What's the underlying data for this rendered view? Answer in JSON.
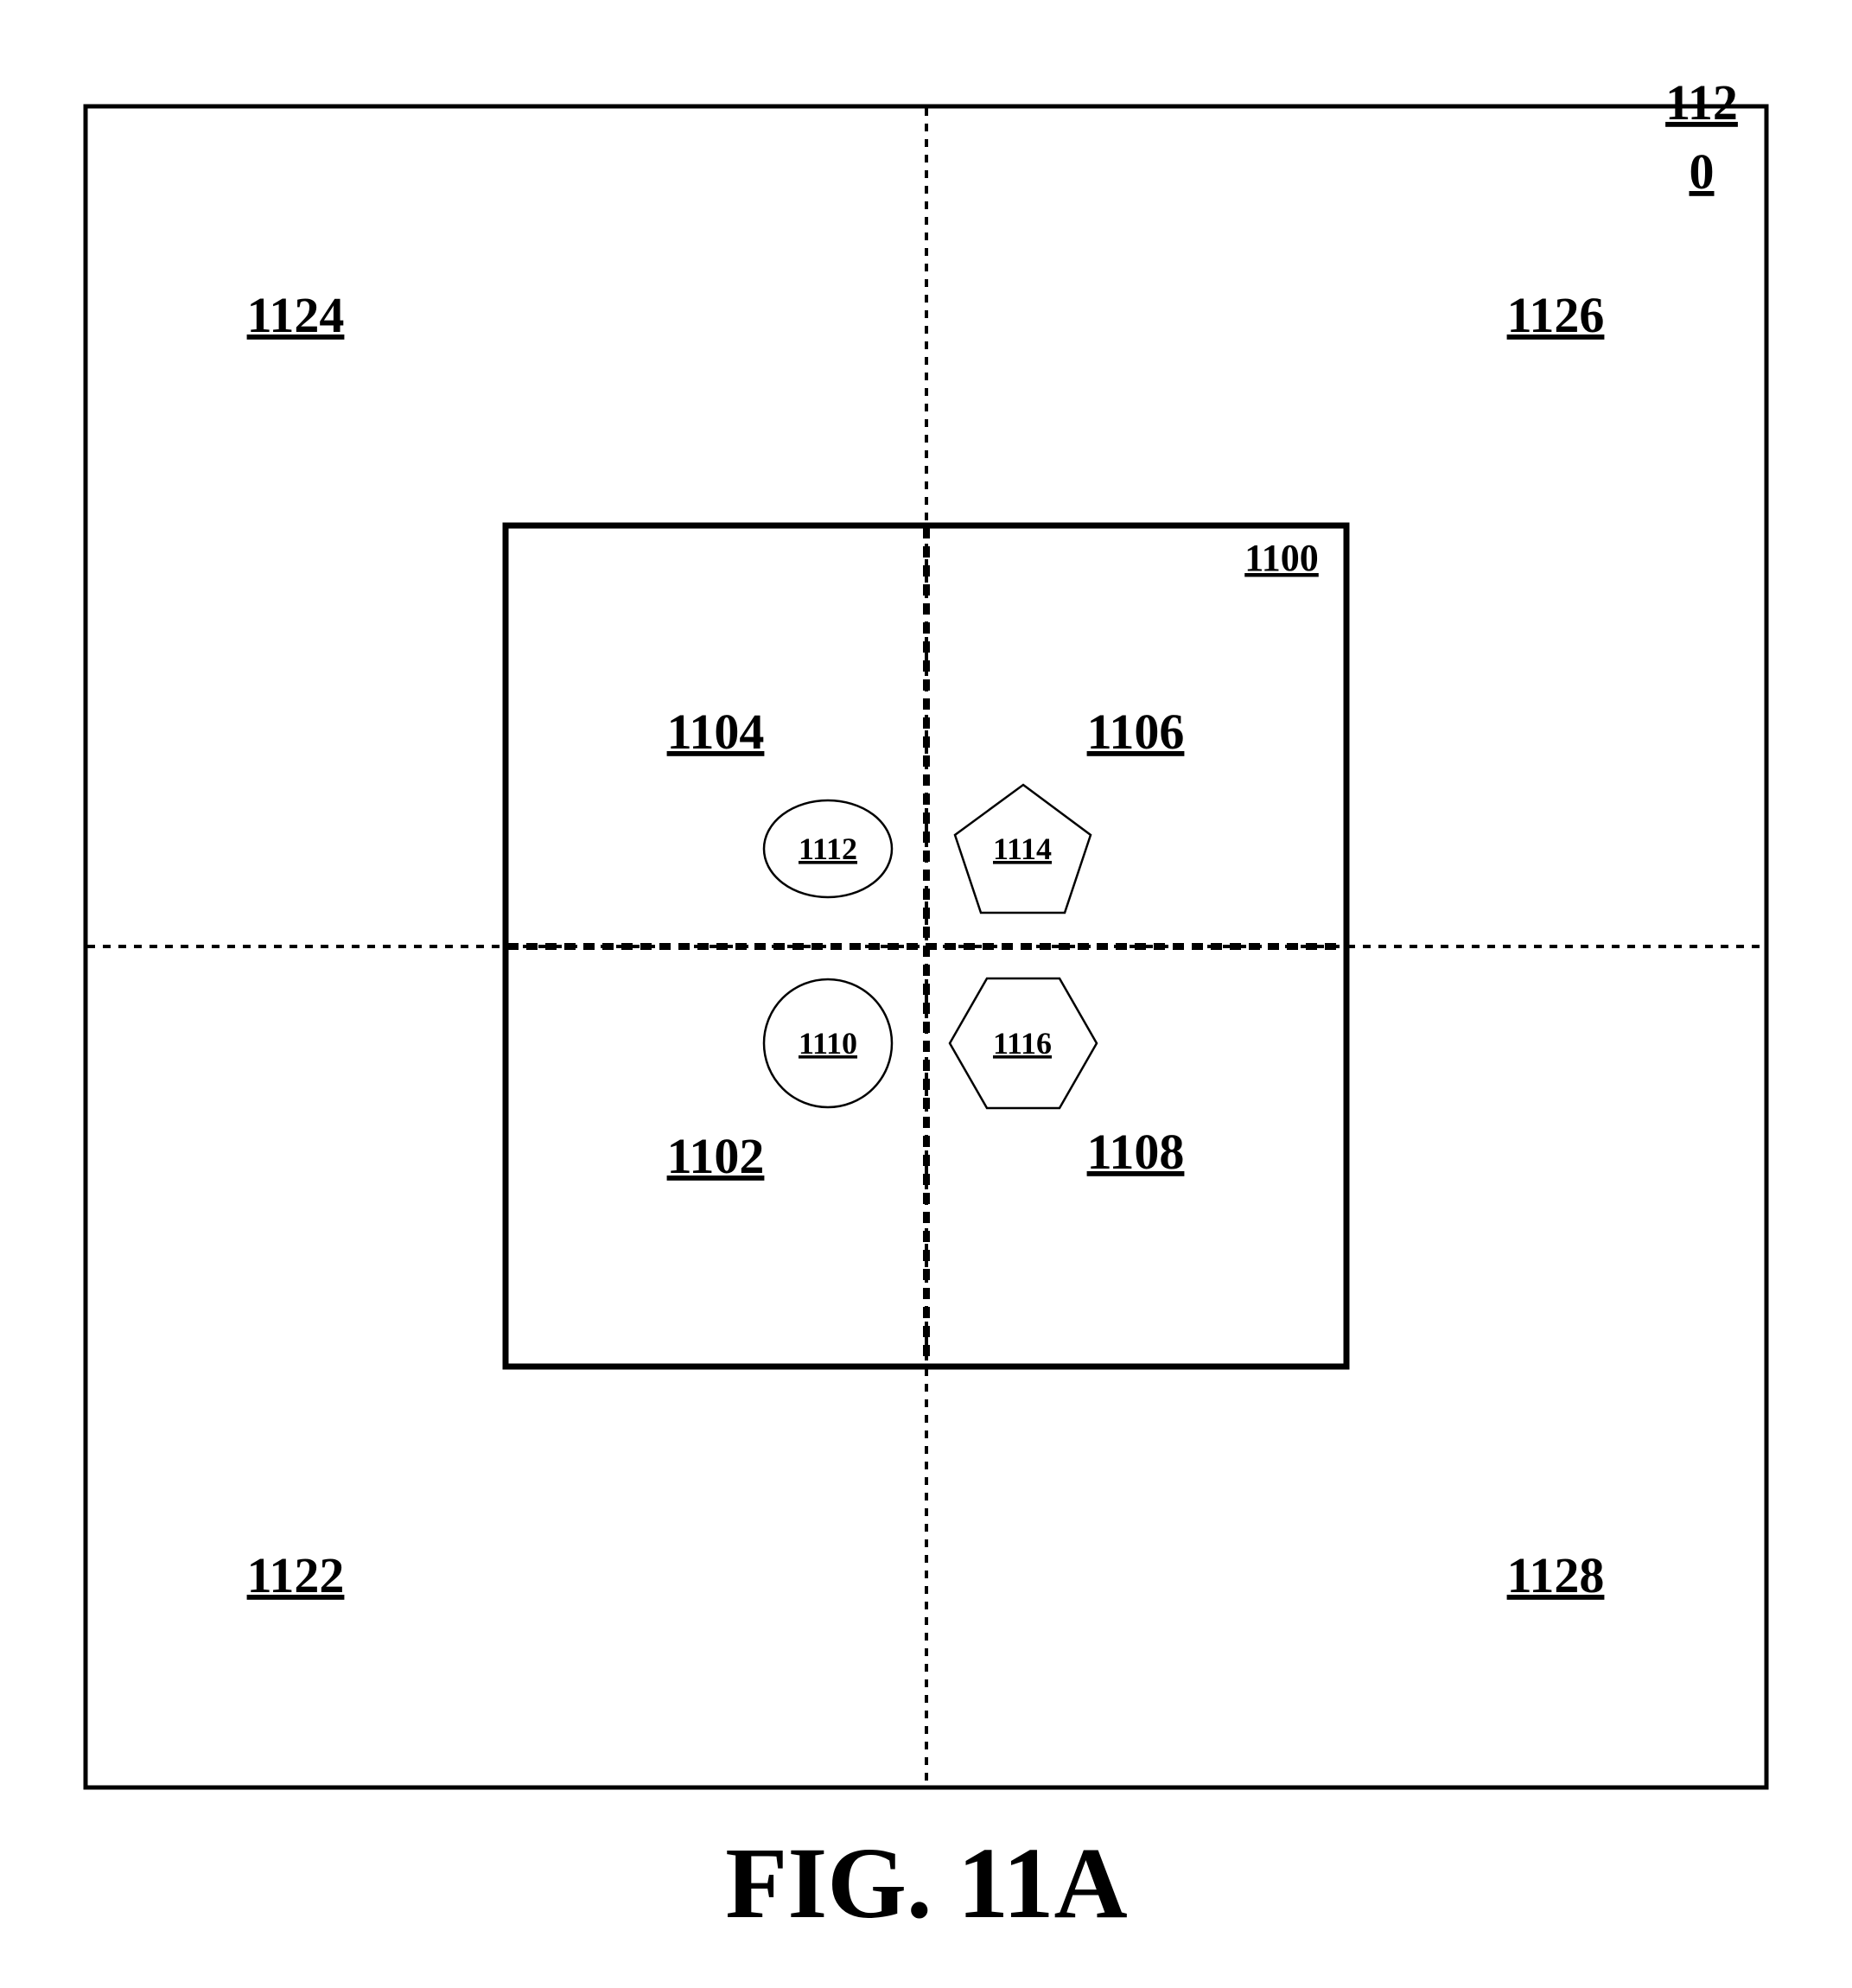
{
  "figure": {
    "caption": "FIG. 11A",
    "outer_region": {
      "label_line1": "112",
      "label_line2": "0",
      "quadrants": {
        "top_left": "1124",
        "top_right": "1126",
        "bottom_left": "1122",
        "bottom_right": "1128"
      }
    },
    "inner_region": {
      "label": "1100",
      "quadrants": {
        "top_left": "1104",
        "top_right": "1106",
        "bottom_left": "1102",
        "bottom_right": "1108"
      }
    },
    "shapes": {
      "ellipse": "1112",
      "pentagon": "1114",
      "circle": "1110",
      "hexagon": "1116"
    }
  }
}
